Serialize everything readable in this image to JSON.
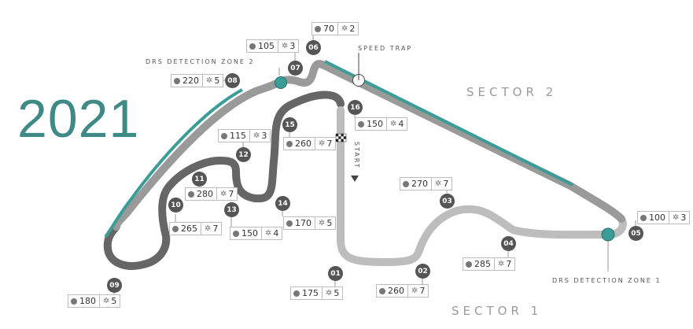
{
  "year": "2021",
  "sectors": {
    "s1": "SECTOR 1",
    "s2": "SECTOR 2"
  },
  "callouts": {
    "drs_detect_2": "DRS DETECTION ZONE 2",
    "drs_detect_1": "DRS DETECTION ZONE 1",
    "speed_trap": "SPEED TRAP",
    "start": "START"
  },
  "colors": {
    "drs": "#3a9d98",
    "sector1": "#bdbdbd",
    "sector2": "#9a9a9a",
    "sector3": "#666666",
    "year": "#3f8a86"
  },
  "corners": [
    {
      "num": "01",
      "speed": "175",
      "gear": "5"
    },
    {
      "num": "02",
      "speed": "260",
      "gear": "7"
    },
    {
      "num": "03",
      "speed": "270",
      "gear": "7"
    },
    {
      "num": "04",
      "speed": "285",
      "gear": "7"
    },
    {
      "num": "05",
      "speed": "100",
      "gear": "3"
    },
    {
      "num": "06",
      "speed": "70",
      "gear": "2"
    },
    {
      "num": "07",
      "speed": "105",
      "gear": "3"
    },
    {
      "num": "08",
      "speed": "220",
      "gear": "5"
    },
    {
      "num": "09",
      "speed": "180",
      "gear": "5"
    },
    {
      "num": "10",
      "speed": "265",
      "gear": "7"
    },
    {
      "num": "11",
      "speed": "280",
      "gear": "7"
    },
    {
      "num": "12",
      "speed": "115",
      "gear": "3"
    },
    {
      "num": "13",
      "speed": "150",
      "gear": "4"
    },
    {
      "num": "14",
      "speed": "170",
      "gear": "5"
    },
    {
      "num": "15",
      "speed": "260",
      "gear": "7"
    },
    {
      "num": "16",
      "speed": "150",
      "gear": "4"
    }
  ]
}
